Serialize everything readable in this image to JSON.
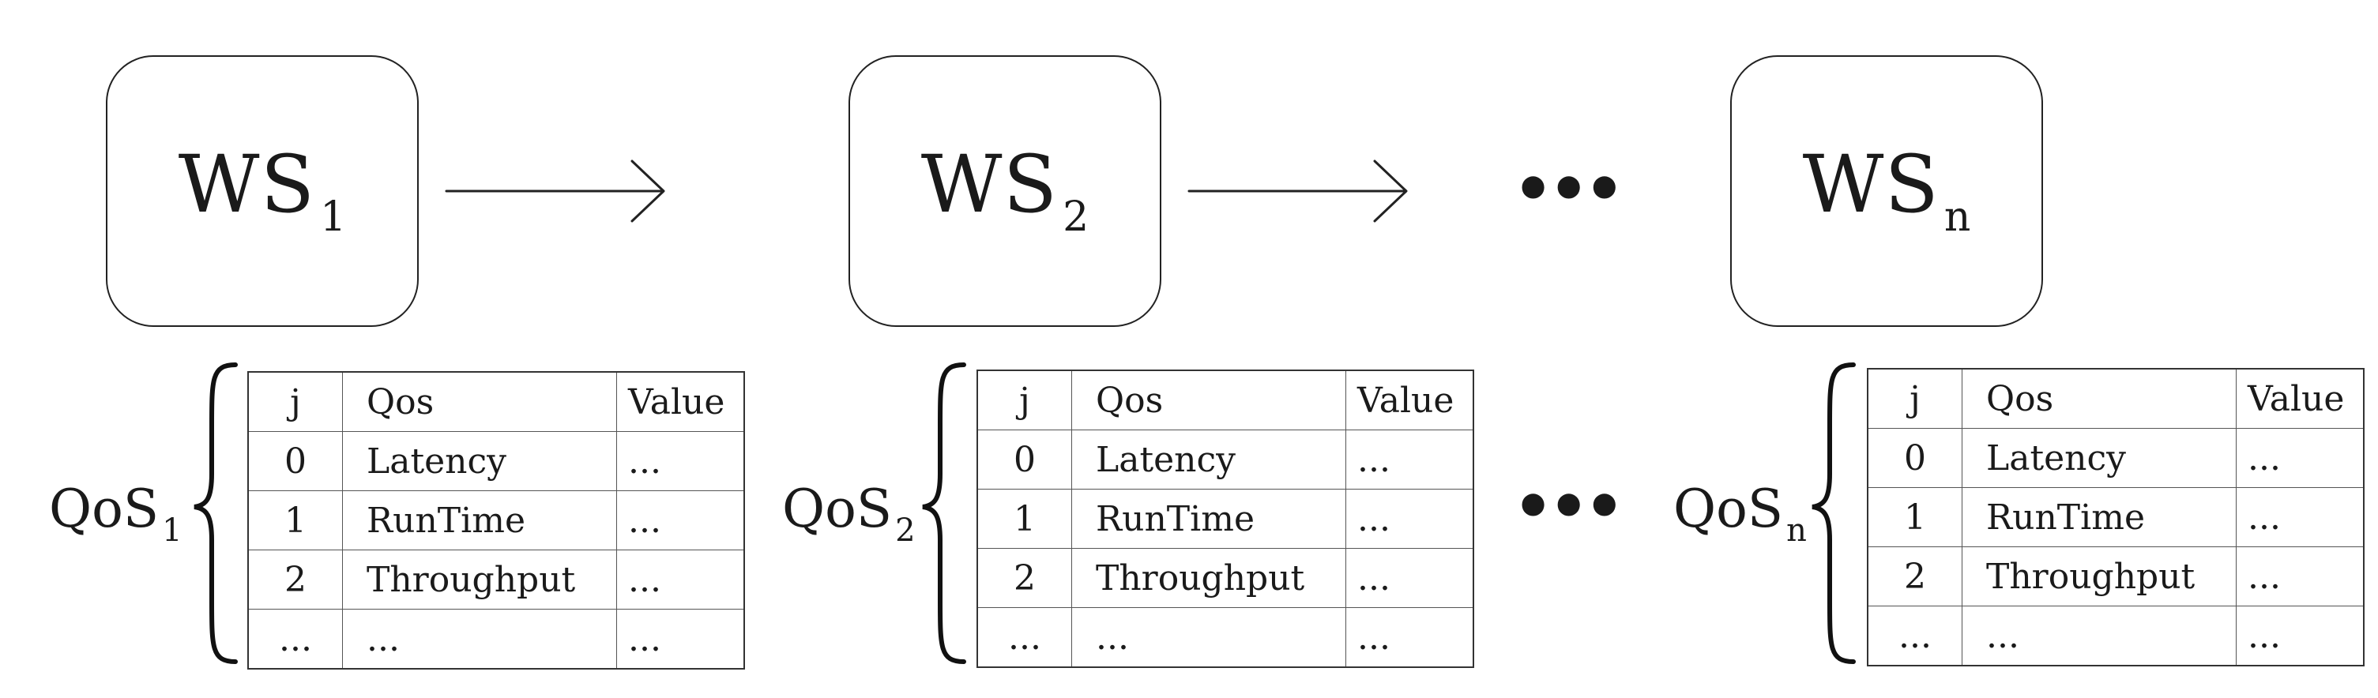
{
  "services": [
    {
      "name": "WS",
      "sub": "1"
    },
    {
      "name": "WS",
      "sub": "2"
    },
    {
      "name": "WS",
      "sub": "n"
    }
  ],
  "qos": [
    {
      "name": "QoS",
      "sub": "1"
    },
    {
      "name": "QoS",
      "sub": "2"
    },
    {
      "name": "QoS",
      "sub": "n"
    }
  ],
  "ellipsis": "•••",
  "table": {
    "headers": [
      "j",
      "Qos",
      "Value"
    ],
    "rows": [
      [
        "0",
        "Latency",
        "..."
      ],
      [
        "1",
        "RunTime",
        "..."
      ],
      [
        "2",
        "Throughput",
        "..."
      ],
      [
        "...",
        "...",
        "..."
      ]
    ]
  }
}
